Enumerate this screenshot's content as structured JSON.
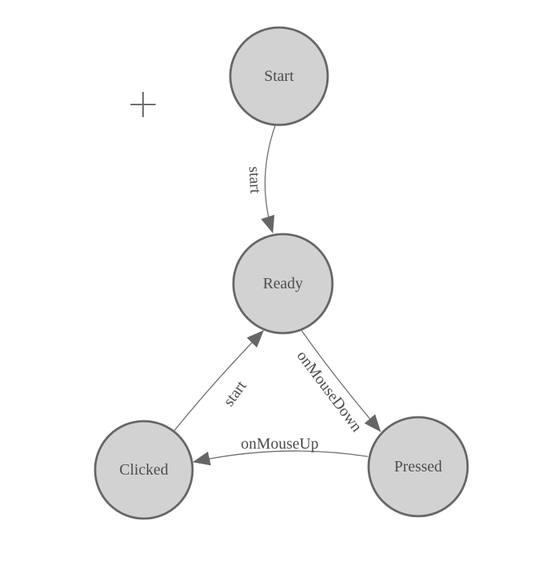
{
  "diagram": {
    "type": "state-machine",
    "theme": {
      "canvas_bg": "#ffffff",
      "node_fill": "#d2d2d2",
      "node_stroke": "#666666",
      "node_text": "#4d4d4d",
      "edge_stroke": "#6e6e6e",
      "edge_label_color": "#4d4d4d",
      "arrow_fill": "#666666",
      "marker_color": "#6e6e6e"
    },
    "nodes": [
      {
        "id": "start",
        "label": "Start"
      },
      {
        "id": "ready",
        "label": "Ready"
      },
      {
        "id": "clicked",
        "label": "Clicked"
      },
      {
        "id": "pressed",
        "label": "Pressed"
      }
    ],
    "edges": [
      {
        "from": "Start",
        "to": "Ready",
        "label": "start"
      },
      {
        "from": "Ready",
        "to": "Pressed",
        "label": "onMouseDown"
      },
      {
        "from": "Pressed",
        "to": "Clicked",
        "label": "onMouseUp"
      },
      {
        "from": "Clicked",
        "to": "Ready",
        "label": "start"
      }
    ],
    "icons": [
      {
        "name": "crosshair-marker",
        "glyph": "+"
      }
    ]
  }
}
